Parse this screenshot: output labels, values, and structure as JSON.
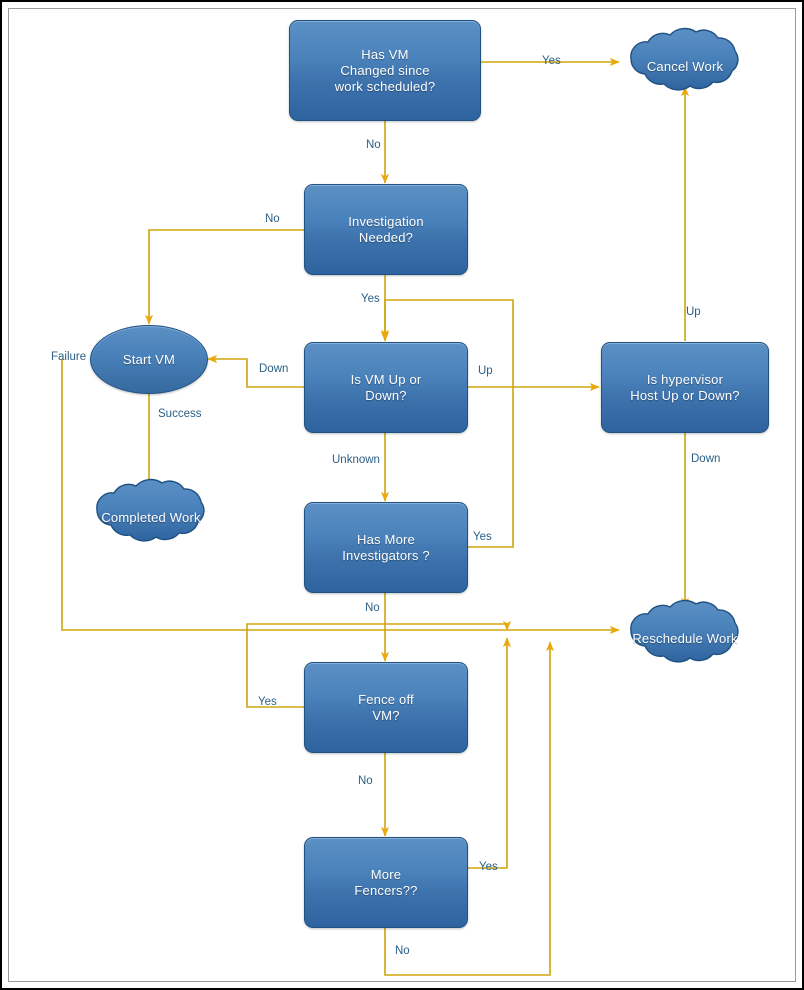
{
  "diagram": {
    "title": "VM maintenance work decision flowchart",
    "colors": {
      "node_fill": "#4a82bb",
      "node_border": "#1f5183",
      "edge_line": "#cfa50d",
      "edge_label_text": "#2b5f86",
      "node_text": "#ffffff",
      "page_background": "#ffffff",
      "page_border": "#000000"
    },
    "nodes": [
      {
        "id": "has-vm-changed",
        "shape": "process",
        "text": "Has VM\nChanged since\nwork scheduled?",
        "lines": [
          "Has VM",
          "Changed since",
          "work scheduled?"
        ]
      },
      {
        "id": "cancel-work",
        "shape": "cloud",
        "text": "Cancel Work",
        "lines": [
          "Cancel Work"
        ]
      },
      {
        "id": "investigation-needed",
        "shape": "process",
        "text": "Investigation\nNeeded?",
        "lines": [
          "Investigation",
          "Needed?"
        ]
      },
      {
        "id": "start-vm",
        "shape": "ellipse",
        "text": "Start VM",
        "lines": [
          "Start VM"
        ]
      },
      {
        "id": "is-vm-up-or-down",
        "shape": "process",
        "text": "Is VM Up or\nDown?",
        "lines": [
          "Is VM Up or",
          "Down?"
        ]
      },
      {
        "id": "is-hypervisor-host-up-or-down",
        "shape": "process",
        "text": "Is hypervisor\nHost Up or Down?",
        "lines": [
          "Is hypervisor",
          "Host Up or Down?"
        ]
      },
      {
        "id": "completed-work",
        "shape": "cloud",
        "text": "Completed Work",
        "lines": [
          "Completed Work"
        ]
      },
      {
        "id": "has-more-investigators",
        "shape": "process",
        "text": "Has More\nInvestigators ?",
        "lines": [
          "Has More",
          "Investigators ?"
        ]
      },
      {
        "id": "reschedule-work",
        "shape": "cloud",
        "text": "Reschedule Work",
        "lines": [
          "Reschedule Work"
        ]
      },
      {
        "id": "fence-off-vm",
        "shape": "process",
        "text": "Fence off\nVM?",
        "lines": [
          "Fence off",
          "VM?"
        ]
      },
      {
        "id": "more-fencers",
        "shape": "process",
        "text": "More\nFencers??",
        "lines": [
          "More",
          "Fencers??"
        ]
      }
    ],
    "edges": [
      {
        "id": "changed-yes",
        "from": "has-vm-changed",
        "to": "cancel-work",
        "label": "Yes"
      },
      {
        "id": "changed-no",
        "from": "has-vm-changed",
        "to": "investigation-needed",
        "label": "No"
      },
      {
        "id": "investigation-no",
        "from": "investigation-needed",
        "to": "start-vm",
        "label": "No"
      },
      {
        "id": "investigation-yes",
        "from": "investigation-needed",
        "to": "is-vm-up-or-down",
        "label": "Yes"
      },
      {
        "id": "vm-down",
        "from": "is-vm-up-or-down",
        "to": "start-vm",
        "label": "Down"
      },
      {
        "id": "vm-up",
        "from": "is-vm-up-or-down",
        "to": "is-hypervisor-host-up-or-down",
        "label": "Up"
      },
      {
        "id": "vm-unknown",
        "from": "is-vm-up-or-down",
        "to": "has-more-investigators",
        "label": "Unknown"
      },
      {
        "id": "start-vm-success",
        "from": "start-vm",
        "to": "completed-work",
        "label": "Success"
      },
      {
        "id": "start-vm-failure",
        "from": "start-vm",
        "to": "reschedule-work",
        "label": "Failure"
      },
      {
        "id": "host-up",
        "from": "is-hypervisor-host-up-or-down",
        "to": "cancel-work",
        "label": "Up"
      },
      {
        "id": "host-down",
        "from": "is-hypervisor-host-up-or-down",
        "to": "reschedule-work",
        "label": "Down"
      },
      {
        "id": "investigators-yes",
        "from": "has-more-investigators",
        "to": "is-vm-up-or-down",
        "label": "Yes"
      },
      {
        "id": "investigators-no",
        "from": "has-more-investigators",
        "to": "fence-off-vm",
        "label": "No"
      },
      {
        "id": "fence-yes",
        "from": "fence-off-vm",
        "to": "reschedule-work",
        "label": "Yes"
      },
      {
        "id": "fence-no",
        "from": "fence-off-vm",
        "to": "more-fencers",
        "label": "No"
      },
      {
        "id": "fencers-yes",
        "from": "more-fencers",
        "to": "reschedule-work",
        "label": "Yes"
      },
      {
        "id": "fencers-no",
        "from": "more-fencers",
        "to": "reschedule-work",
        "label": "No"
      }
    ],
    "labels": {
      "yes_changed": "Yes",
      "no_changed": "No",
      "no_investigation": "No",
      "yes_investigation": "Yes",
      "down_vm": "Down",
      "up_vm": "Up",
      "unknown_vm": "Unknown",
      "success_startvm": "Success",
      "failure_startvm": "Failure",
      "up_host": "Up",
      "down_host": "Down",
      "yes_investigators": "Yes",
      "no_investigators": "No",
      "yes_fence": "Yes",
      "no_fence": "No",
      "yes_fencers": "Yes",
      "no_fencers": "No"
    }
  }
}
